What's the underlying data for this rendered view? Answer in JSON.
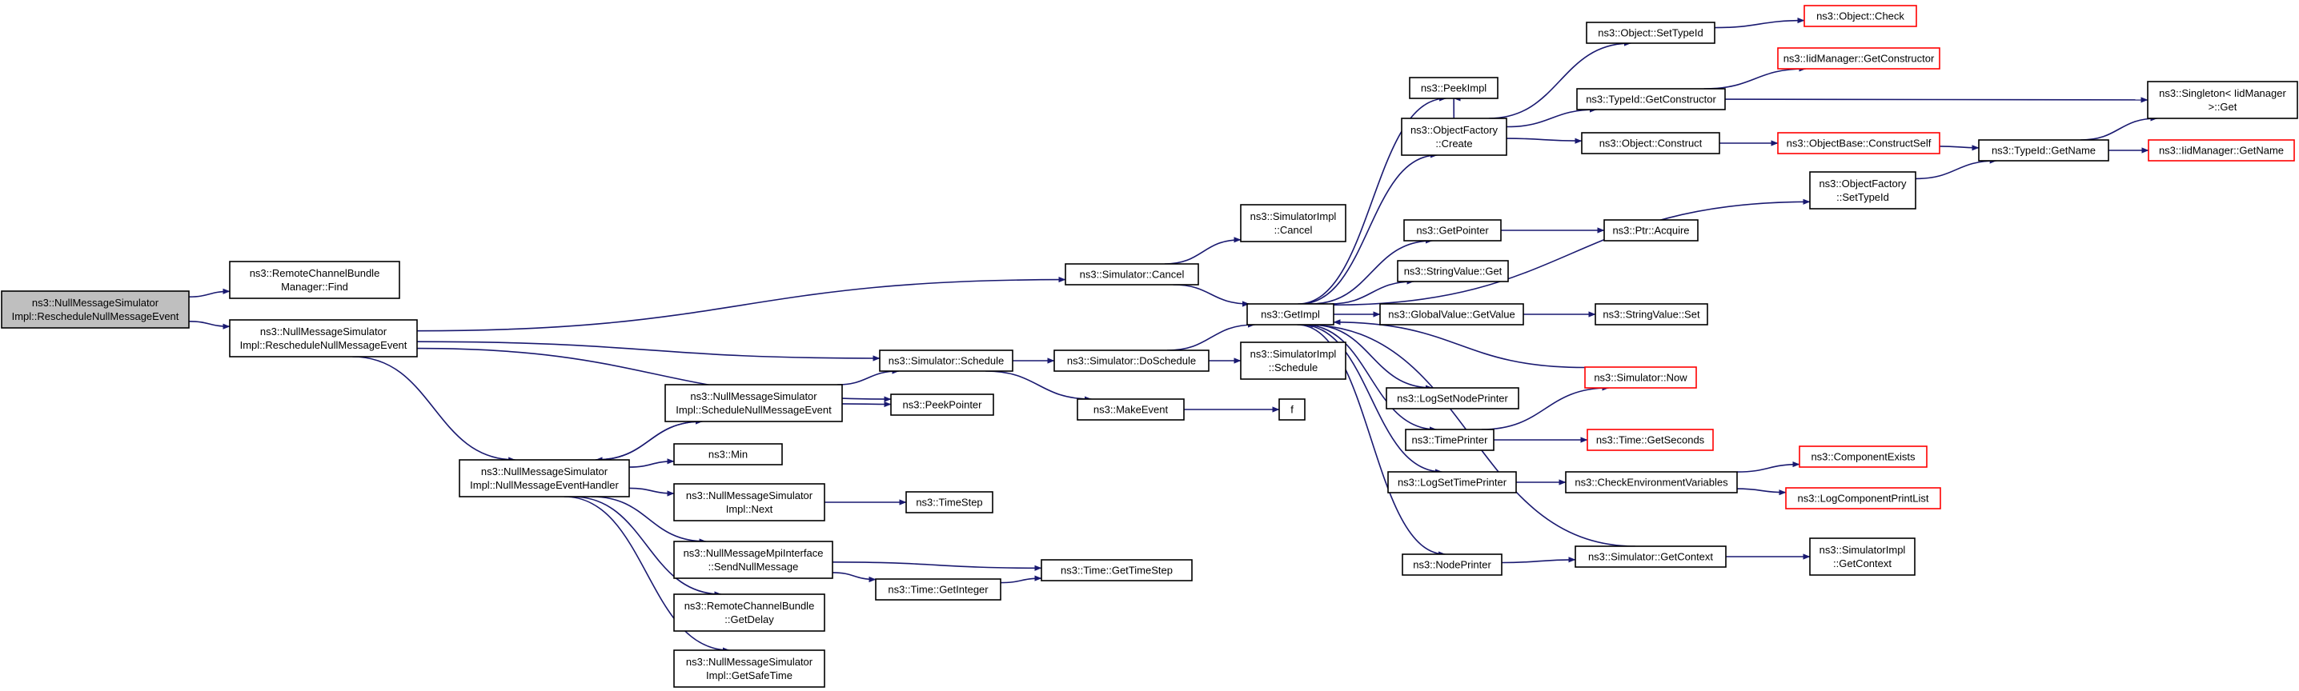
{
  "colors": {
    "edge": "#191970",
    "node_border": "#000000",
    "node_border_truncated": "#ff0000",
    "node_fill": "#ffffff",
    "root_fill": "#bfbfbf"
  },
  "graph": {
    "nodes": [
      {
        "id": "root",
        "lines": [
          "ns3::NullMessageSimulator",
          "Impl::RescheduleNullMessageEvent"
        ],
        "style": "root"
      },
      {
        "id": "rcbm_find",
        "lines": [
          "ns3::RemoteChannelBundle",
          "Manager::Find"
        ],
        "style": "normal"
      },
      {
        "id": "reschedule",
        "lines": [
          "ns3::NullMessageSimulator",
          "Impl::RescheduleNullMessageEvent"
        ],
        "style": "normal"
      },
      {
        "id": "handler",
        "lines": [
          "ns3::NullMessageSimulator",
          "Impl::NullMessageEventHandler"
        ],
        "style": "normal"
      },
      {
        "id": "sched_null",
        "lines": [
          "ns3::NullMessageSimulator",
          "Impl::ScheduleNullMessageEvent"
        ],
        "style": "normal"
      },
      {
        "id": "min",
        "lines": [
          "ns3::Min"
        ],
        "style": "normal"
      },
      {
        "id": "next",
        "lines": [
          "ns3::NullMessageSimulator",
          "Impl::Next"
        ],
        "style": "normal"
      },
      {
        "id": "sendnull",
        "lines": [
          "ns3::NullMessageMpiInterface",
          "::SendNullMessage"
        ],
        "style": "normal"
      },
      {
        "id": "getdelay",
        "lines": [
          "ns3::RemoteChannelBundle",
          "::GetDelay"
        ],
        "style": "normal"
      },
      {
        "id": "getsafetime",
        "lines": [
          "ns3::NullMessageSimulator",
          "Impl::GetSafeTime"
        ],
        "style": "normal"
      },
      {
        "id": "schedule",
        "lines": [
          "ns3::Simulator::Schedule"
        ],
        "style": "normal"
      },
      {
        "id": "peekpointer",
        "lines": [
          "ns3::PeekPointer"
        ],
        "style": "normal"
      },
      {
        "id": "timestep",
        "lines": [
          "ns3::TimeStep"
        ],
        "style": "normal"
      },
      {
        "id": "getinteger",
        "lines": [
          "ns3::Time::GetInteger"
        ],
        "style": "normal"
      },
      {
        "id": "gettimestep",
        "lines": [
          "ns3::Time::GetTimeStep"
        ],
        "style": "normal"
      },
      {
        "id": "cancel",
        "lines": [
          "ns3::Simulator::Cancel"
        ],
        "style": "normal"
      },
      {
        "id": "doschedule",
        "lines": [
          "ns3::Simulator::DoSchedule"
        ],
        "style": "normal"
      },
      {
        "id": "makeevent",
        "lines": [
          "ns3::MakeEvent"
        ],
        "style": "normal"
      },
      {
        "id": "f",
        "lines": [
          "f"
        ],
        "style": "normal"
      },
      {
        "id": "impl_cancel",
        "lines": [
          "ns3::SimulatorImpl",
          "::Cancel"
        ],
        "style": "normal"
      },
      {
        "id": "getimpl",
        "lines": [
          "ns3::GetImpl"
        ],
        "style": "normal"
      },
      {
        "id": "impl_schedule",
        "lines": [
          "ns3::SimulatorImpl",
          "::Schedule"
        ],
        "style": "normal"
      },
      {
        "id": "peekimpl",
        "lines": [
          "ns3::PeekImpl"
        ],
        "style": "normal"
      },
      {
        "id": "of_create",
        "lines": [
          "ns3::ObjectFactory",
          "::Create"
        ],
        "style": "normal"
      },
      {
        "id": "getpointer",
        "lines": [
          "ns3::GetPointer"
        ],
        "style": "normal"
      },
      {
        "id": "strval_get",
        "lines": [
          "ns3::StringValue::Get"
        ],
        "style": "normal"
      },
      {
        "id": "gv_getvalue",
        "lines": [
          "ns3::GlobalValue::GetValue"
        ],
        "style": "normal"
      },
      {
        "id": "lognodeprinter",
        "lines": [
          "ns3::LogSetNodePrinter"
        ],
        "style": "normal"
      },
      {
        "id": "timeprinter",
        "lines": [
          "ns3::TimePrinter"
        ],
        "style": "normal"
      },
      {
        "id": "logtimeprinter",
        "lines": [
          "ns3::LogSetTimePrinter"
        ],
        "style": "normal"
      },
      {
        "id": "nodeprinter",
        "lines": [
          "ns3::NodePrinter"
        ],
        "style": "normal"
      },
      {
        "id": "obj_settypeid",
        "lines": [
          "ns3::Object::SetTypeId"
        ],
        "style": "normal"
      },
      {
        "id": "tid_getctor",
        "lines": [
          "ns3::TypeId::GetConstructor"
        ],
        "style": "normal"
      },
      {
        "id": "obj_construct",
        "lines": [
          "ns3::Object::Construct"
        ],
        "style": "normal"
      },
      {
        "id": "of_settypeid",
        "lines": [
          "ns3::ObjectFactory",
          "::SetTypeId"
        ],
        "style": "normal"
      },
      {
        "id": "ptr_acquire",
        "lines": [
          "ns3::Ptr::Acquire"
        ],
        "style": "normal"
      },
      {
        "id": "strval_set",
        "lines": [
          "ns3::StringValue::Set"
        ],
        "style": "normal"
      },
      {
        "id": "sim_now",
        "lines": [
          "ns3::Simulator::Now"
        ],
        "style": "truncated"
      },
      {
        "id": "time_getseconds",
        "lines": [
          "ns3::Time::GetSeconds"
        ],
        "style": "truncated"
      },
      {
        "id": "checkenv",
        "lines": [
          "ns3::CheckEnvironmentVariables"
        ],
        "style": "normal"
      },
      {
        "id": "sim_getcontext",
        "lines": [
          "ns3::Simulator::GetContext"
        ],
        "style": "normal"
      },
      {
        "id": "obj_check",
        "lines": [
          "ns3::Object::Check"
        ],
        "style": "truncated"
      },
      {
        "id": "iid_getctor",
        "lines": [
          "ns3::IidManager::GetConstructor"
        ],
        "style": "truncated"
      },
      {
        "id": "ob_constructself",
        "lines": [
          "ns3::ObjectBase::ConstructSelf"
        ],
        "style": "truncated"
      },
      {
        "id": "tid_getname",
        "lines": [
          "ns3::TypeId::GetName"
        ],
        "style": "normal"
      },
      {
        "id": "singleton_get",
        "lines": [
          "ns3::Singleton< IidManager",
          " >::Get"
        ],
        "style": "normal"
      },
      {
        "id": "iid_getname",
        "lines": [
          "ns3::IidManager::GetName"
        ],
        "style": "truncated"
      },
      {
        "id": "compexists",
        "lines": [
          "ns3::ComponentExists"
        ],
        "style": "truncated"
      },
      {
        "id": "logcompprint",
        "lines": [
          "ns3::LogComponentPrintList"
        ],
        "style": "truncated"
      },
      {
        "id": "impl_getcontext",
        "lines": [
          "ns3::SimulatorImpl",
          "::GetContext"
        ],
        "style": "normal"
      }
    ],
    "edges": [
      [
        "root",
        "rcbm_find"
      ],
      [
        "root",
        "reschedule"
      ],
      [
        "reschedule",
        "cancel"
      ],
      [
        "reschedule",
        "handler"
      ],
      [
        "reschedule",
        "peekpointer"
      ],
      [
        "reschedule",
        "schedule"
      ],
      [
        "handler",
        "sched_null"
      ],
      [
        "handler",
        "min"
      ],
      [
        "handler",
        "next"
      ],
      [
        "handler",
        "sendnull"
      ],
      [
        "handler",
        "getdelay"
      ],
      [
        "handler",
        "getsafetime"
      ],
      [
        "sched_null",
        "handler"
      ],
      [
        "sched_null",
        "peekpointer"
      ],
      [
        "sched_null",
        "schedule"
      ],
      [
        "next",
        "timestep"
      ],
      [
        "sendnull",
        "getinteger"
      ],
      [
        "sendnull",
        "gettimestep"
      ],
      [
        "getinteger",
        "gettimestep"
      ],
      [
        "schedule",
        "doschedule"
      ],
      [
        "schedule",
        "makeevent"
      ],
      [
        "makeevent",
        "f"
      ],
      [
        "cancel",
        "impl_cancel"
      ],
      [
        "cancel",
        "getimpl"
      ],
      [
        "doschedule",
        "getimpl"
      ],
      [
        "doschedule",
        "impl_schedule"
      ],
      [
        "getimpl",
        "peekimpl"
      ],
      [
        "getimpl",
        "of_create"
      ],
      [
        "getimpl",
        "of_settypeid"
      ],
      [
        "getimpl",
        "getpointer"
      ],
      [
        "getimpl",
        "strval_get"
      ],
      [
        "getimpl",
        "gv_getvalue"
      ],
      [
        "getimpl",
        "lognodeprinter"
      ],
      [
        "getimpl",
        "timeprinter"
      ],
      [
        "getimpl",
        "logtimeprinter"
      ],
      [
        "getimpl",
        "nodeprinter"
      ],
      [
        "sim_now",
        "getimpl"
      ],
      [
        "sim_getcontext",
        "getimpl"
      ],
      [
        "of_create",
        "peekimpl"
      ],
      [
        "of_create",
        "obj_settypeid"
      ],
      [
        "of_create",
        "tid_getctor"
      ],
      [
        "of_create",
        "obj_construct"
      ],
      [
        "obj_settypeid",
        "obj_check"
      ],
      [
        "tid_getctor",
        "iid_getctor"
      ],
      [
        "tid_getctor",
        "singleton_get"
      ],
      [
        "obj_construct",
        "ob_constructself"
      ],
      [
        "ob_constructself",
        "tid_getname"
      ],
      [
        "of_settypeid",
        "tid_getname"
      ],
      [
        "tid_getname",
        "singleton_get"
      ],
      [
        "tid_getname",
        "iid_getname"
      ],
      [
        "getpointer",
        "ptr_acquire"
      ],
      [
        "gv_getvalue",
        "strval_set"
      ],
      [
        "timeprinter",
        "sim_now"
      ],
      [
        "timeprinter",
        "time_getseconds"
      ],
      [
        "logtimeprinter",
        "checkenv"
      ],
      [
        "checkenv",
        "compexists"
      ],
      [
        "checkenv",
        "logcompprint"
      ],
      [
        "nodeprinter",
        "sim_getcontext"
      ],
      [
        "sim_getcontext",
        "impl_getcontext"
      ]
    ]
  }
}
